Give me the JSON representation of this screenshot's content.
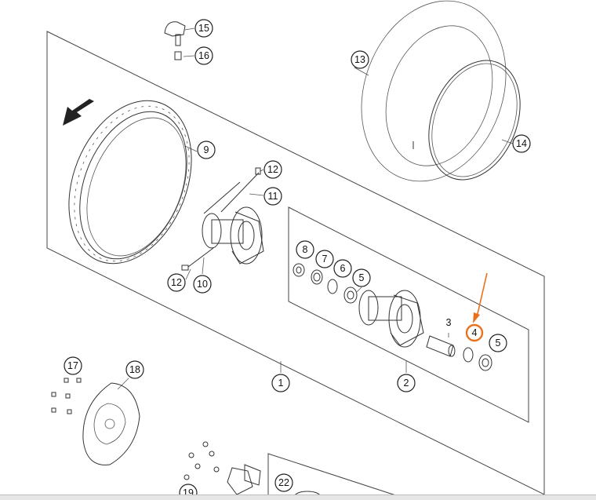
{
  "colors": {
    "highlight": "#e8711c",
    "line": "#333333"
  },
  "icons": {
    "direction": "rotation-direction-arrow-icon",
    "pointer": "pointer-arrow-icon"
  },
  "callouts": [
    {
      "id": "c1",
      "label": "1"
    },
    {
      "id": "c2",
      "label": "2"
    },
    {
      "id": "c3",
      "label": "3"
    },
    {
      "id": "c4",
      "label": "4"
    },
    {
      "id": "c5a",
      "label": "5"
    },
    {
      "id": "c5b",
      "label": "5"
    },
    {
      "id": "c6",
      "label": "6"
    },
    {
      "id": "c7",
      "label": "7"
    },
    {
      "id": "c8",
      "label": "8"
    },
    {
      "id": "c9",
      "label": "9"
    },
    {
      "id": "c10",
      "label": "10"
    },
    {
      "id": "c11",
      "label": "11"
    },
    {
      "id": "c12a",
      "label": "12"
    },
    {
      "id": "c12b",
      "label": "12"
    },
    {
      "id": "c13",
      "label": "13"
    },
    {
      "id": "c14",
      "label": "14"
    },
    {
      "id": "c15",
      "label": "15"
    },
    {
      "id": "c16",
      "label": "16"
    },
    {
      "id": "c17",
      "label": "17"
    },
    {
      "id": "c18",
      "label": "18"
    },
    {
      "id": "c19",
      "label": "19"
    },
    {
      "id": "c22",
      "label": "22"
    }
  ],
  "highlighted_callout": "4"
}
